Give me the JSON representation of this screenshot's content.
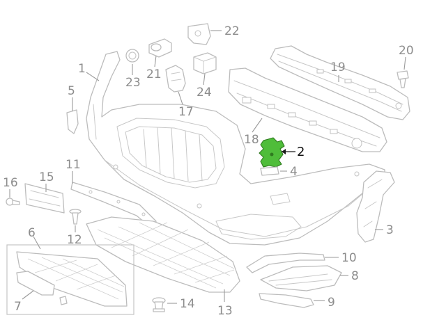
{
  "diagram": {
    "highlight_color": "#4fbd3a",
    "line_color": "#bcbcbc",
    "callouts": [
      {
        "id": "c1",
        "label": "1"
      },
      {
        "id": "c2",
        "label": "2"
      },
      {
        "id": "c3",
        "label": "3"
      },
      {
        "id": "c4",
        "label": "4"
      },
      {
        "id": "c5",
        "label": "5"
      },
      {
        "id": "c6",
        "label": "6"
      },
      {
        "id": "c7",
        "label": "7"
      },
      {
        "id": "c8",
        "label": "8"
      },
      {
        "id": "c9",
        "label": "9"
      },
      {
        "id": "c10",
        "label": "10"
      },
      {
        "id": "c11",
        "label": "11"
      },
      {
        "id": "c12",
        "label": "12"
      },
      {
        "id": "c13",
        "label": "13"
      },
      {
        "id": "c14",
        "label": "14"
      },
      {
        "id": "c15",
        "label": "15"
      },
      {
        "id": "c16",
        "label": "16"
      },
      {
        "id": "c17",
        "label": "17"
      },
      {
        "id": "c18",
        "label": "18"
      },
      {
        "id": "c19",
        "label": "19"
      },
      {
        "id": "c20",
        "label": "20"
      },
      {
        "id": "c21",
        "label": "21"
      },
      {
        "id": "c22",
        "label": "22"
      },
      {
        "id": "c23",
        "label": "23"
      },
      {
        "id": "c24",
        "label": "24"
      }
    ]
  }
}
